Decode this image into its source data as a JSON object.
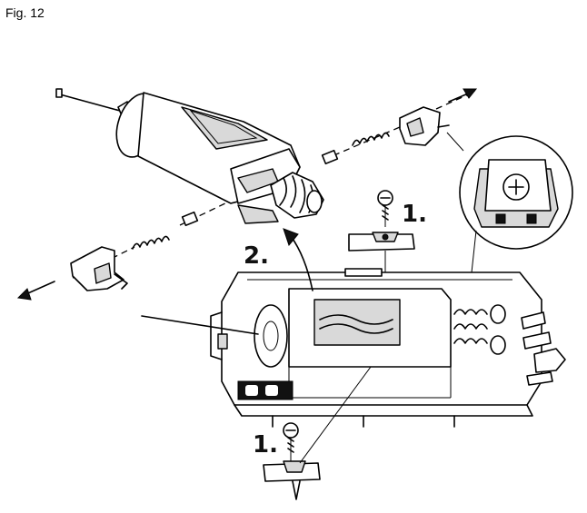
{
  "figure": {
    "label": "Fig. 12"
  },
  "steps": [
    {
      "label": "1."
    },
    {
      "label": "2."
    },
    {
      "label": "1."
    }
  ]
}
